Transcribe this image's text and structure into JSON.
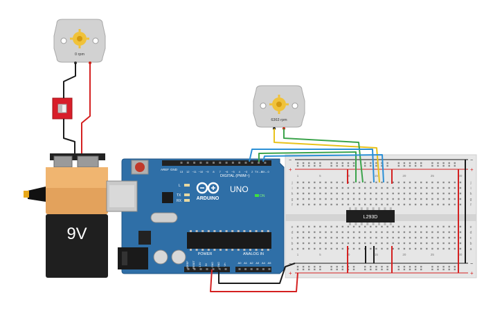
{
  "motor_left": {
    "readout": "0 rpm"
  },
  "motor_right": {
    "readout": "6363 rpm"
  },
  "battery": {
    "label": "9V"
  },
  "arduino": {
    "brand": "ARDUINO",
    "model": "UNO",
    "digital_header": "DIGITAL (PWM~)",
    "analog_header": "ANALOG IN",
    "power_header": "POWER",
    "on_label": "ON",
    "led_l": "L",
    "led_tx": "TX",
    "led_rx": "RX",
    "aref": "AREF",
    "gnd": "GND",
    "digital_pins": [
      "13",
      "12",
      "~11",
      "~10",
      "~9",
      "8",
      "7",
      "~6",
      "~5",
      "4",
      "~3",
      "2",
      "TX→1",
      "RX←0"
    ],
    "power_pins": [
      "IOREF",
      "RESET",
      "3.3V",
      "5V",
      "GND",
      "GND",
      "Vin"
    ],
    "analog_pins": [
      "A0",
      "A1",
      "A2",
      "A3",
      "A4",
      "A5"
    ]
  },
  "chip": {
    "label": "L293D"
  },
  "breadboard": {
    "col_numbers": [
      "1",
      "5",
      "10",
      "15",
      "20",
      "25",
      "30"
    ],
    "row_letters_top": [
      "j",
      "i",
      "h",
      "g",
      "f"
    ],
    "row_letters_bottom": [
      "e",
      "d",
      "c",
      "b",
      "a"
    ],
    "rail_plus": "+",
    "rail_minus": "−"
  },
  "colors": {
    "arduino_blue": "#2f6fa7",
    "breadboard": "#e6e6e6",
    "wire_red": "#d42020",
    "wire_black": "#1a1a1a",
    "wire_green": "#3aa34a",
    "wire_yellow": "#e8c21a",
    "wire_blue": "#2a8fd6",
    "switch_red": "#d81e2a"
  }
}
